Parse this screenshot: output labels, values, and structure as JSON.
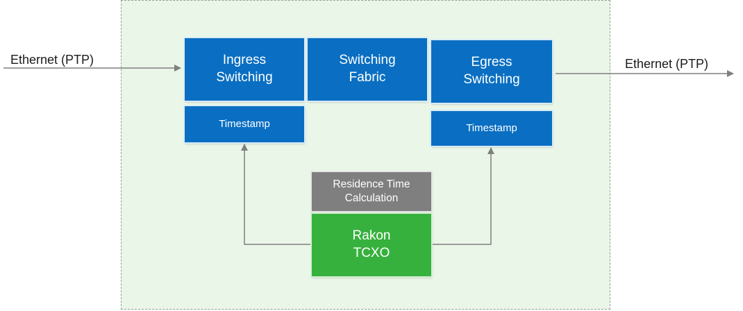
{
  "inputs": {
    "left_label": "Ethernet (PTP)",
    "right_label": "Ethernet (PTP)"
  },
  "blocks": {
    "ingress_switching": "Ingress\nSwitching",
    "switching_fabric": "Switching\nFabric",
    "egress_switching": "Egress\nSwitching",
    "ingress_timestamp": "Timestamp",
    "egress_timestamp": "Timestamp",
    "residence_time": "Residence Time\nCalculation",
    "oscillator": "Rakon\nTCXO"
  },
  "colors": {
    "block_blue": "#0a6fc2",
    "block_gray": "#7f7f7f",
    "block_green": "#37b13e",
    "container_fill": "#eaf6e8",
    "connector": "#7f7f7f"
  }
}
